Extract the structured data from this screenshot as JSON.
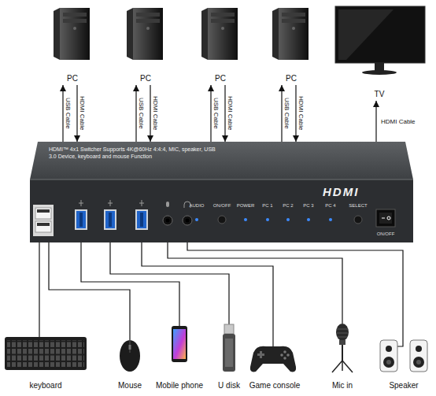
{
  "diagram": {
    "nodes": [
      {
        "text": [
          "PC"
        ]
      },
      {
        "text": [
          "PC"
        ]
      },
      {
        "text": [
          "PC"
        ]
      },
      {
        "text": [
          "PC"
        ]
      },
      {
        "text": [
          "TV"
        ]
      },
      {
        "text": [
          "HDMI™ 4x1 Switcher Supports 4K@60Hz 4:4:4, MIC, speaker, USB 3.0 Device, keyboard and mouse Function",
          "HDMI",
          "AUDIO",
          "ON/OFF",
          "POWER",
          "PC 1",
          "PC 2",
          "PC 3",
          "PC 4",
          "SELECT",
          "ON/OFF"
        ]
      },
      {
        "text": [
          "keyboard"
        ]
      },
      {
        "text": [
          "Mouse"
        ]
      },
      {
        "text": [
          "Mobile phone"
        ]
      },
      {
        "text": [
          "U disk"
        ]
      },
      {
        "text": [
          "Game console"
        ]
      },
      {
        "text": [
          "Mic in"
        ]
      },
      {
        "text": [
          "Speaker"
        ]
      }
    ],
    "edges": [
      {
        "from": 5,
        "to": 0,
        "label": "USB Cable",
        "arrow": "to"
      },
      {
        "from": 0,
        "to": 5,
        "label": "HDMI Cable",
        "arrow": "to"
      },
      {
        "from": 5,
        "to": 1,
        "label": "USB Cable",
        "arrow": "to"
      },
      {
        "from": 1,
        "to": 5,
        "label": "HDMI Cable",
        "arrow": "to"
      },
      {
        "from": 5,
        "to": 2,
        "label": "USB Cable",
        "arrow": "to"
      },
      {
        "from": 2,
        "to": 5,
        "label": "HDMI Cable",
        "arrow": "to"
      },
      {
        "from": 5,
        "to": 3,
        "label": "USB Cable",
        "arrow": "to"
      },
      {
        "from": 3,
        "to": 5,
        "label": "HDMI Cable",
        "arrow": "to"
      },
      {
        "from": 5,
        "to": 4,
        "label": "HDMI Cable",
        "arrow": "to"
      },
      {
        "from": 5,
        "to": 6,
        "arrow": "none"
      },
      {
        "from": 5,
        "to": 7,
        "arrow": "none"
      },
      {
        "from": 5,
        "to": 8,
        "arrow": "none"
      },
      {
        "from": 5,
        "to": 9,
        "arrow": "none"
      },
      {
        "from": 5,
        "to": 10,
        "arrow": "none"
      },
      {
        "from": 5,
        "to": 11,
        "arrow": "none"
      },
      {
        "from": 5,
        "to": 12,
        "arrow": "none"
      }
    ]
  }
}
